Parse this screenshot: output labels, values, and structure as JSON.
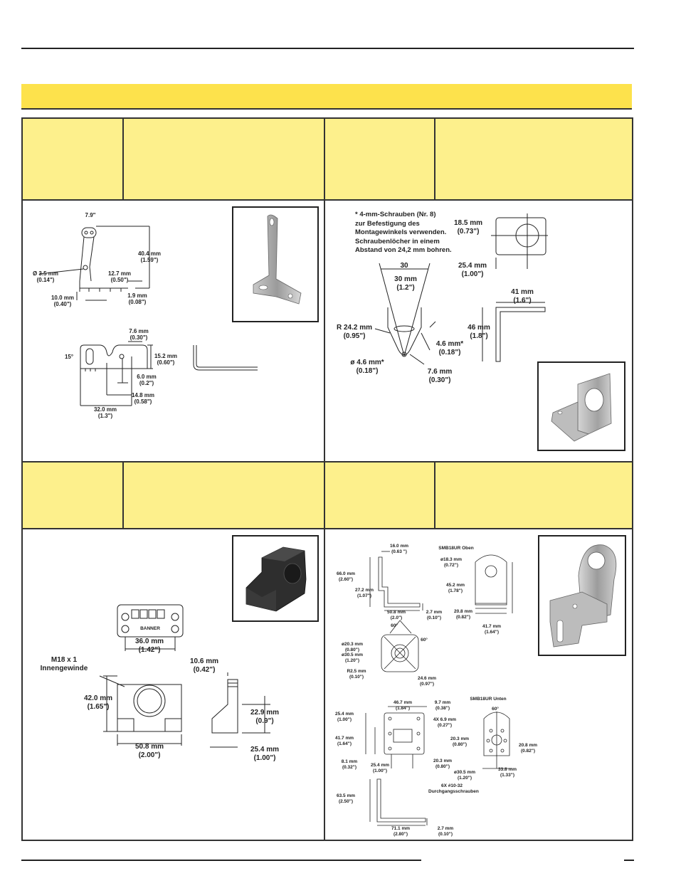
{
  "p1": {
    "d79": "7.9\"",
    "d404": [
      "40.4 mm",
      "(1.59\")"
    ],
    "d35": [
      "Ø 3.5 mm",
      "(0.14\")"
    ],
    "d127": [
      "12.7 mm",
      "(0.50\")"
    ],
    "d100": [
      "10.0 mm",
      "(0.40\")"
    ],
    "d19": [
      "1.9 mm",
      "(0.08\")"
    ],
    "d76": [
      "7.6 mm",
      "(0.30\")"
    ],
    "d15": "15°",
    "d152": [
      "15.2 mm",
      "(0.60\")"
    ],
    "d60": [
      "6.0 mm",
      "(0.2\")"
    ],
    "d148": [
      "14.8 mm",
      "(0.58\")"
    ],
    "d320": [
      "32.0 mm",
      "(1.3\")"
    ]
  },
  "p2": {
    "note": [
      "* 4-mm-Schrauben (Nr. 8)",
      "zur Befestigung des",
      "Montagewinkels verwenden.",
      "Schraubenlöcher in einem",
      "Abstand von 24,2 mm bohren."
    ],
    "d185": [
      "18.5 mm",
      "(0.73\")"
    ],
    "d254": [
      "25.4 mm",
      "(1.00\")"
    ],
    "d30a": "30",
    "d30b": [
      "30 mm",
      "(1.2\")"
    ],
    "d41": [
      "41 mm",
      "(1.6\")"
    ],
    "dR242": [
      "R 24.2 mm",
      "(0.95\")"
    ],
    "d46a": [
      "4.6 mm*",
      "(0.18\")"
    ],
    "d46b": [
      "46 mm",
      "(1.8\")"
    ],
    "d46c": [
      "ø 4.6 mm*",
      "(0.18\")"
    ],
    "d76": [
      "7.6 mm",
      "(0.30\")"
    ]
  },
  "p3": {
    "d360": [
      "36.0 mm",
      "(1.42\")"
    ],
    "m18": [
      "M18 x 1",
      "Innengewinde"
    ],
    "d106": [
      "10.6 mm",
      "(0.42\")"
    ],
    "d420": [
      "42.0 mm",
      "(1.65\")"
    ],
    "d229": [
      "22.9 mm",
      "(0.9\")"
    ],
    "d508": [
      "50.8 mm",
      "(2.00\")"
    ],
    "d254": [
      "25.4 mm",
      "(1.00\")"
    ],
    "logo": "BANNER"
  },
  "p4": {
    "d160": [
      "16.0 mm",
      "(0.63 \")"
    ],
    "oben": "SMB18UR Oben",
    "d660": [
      "66.0 mm",
      "(2.60\")"
    ],
    "d183": [
      "ø18.3 mm",
      "(0.72\")"
    ],
    "d272": [
      "27.2 mm",
      "(1.07\")"
    ],
    "d452": [
      "45.2 mm",
      "(1.78\")"
    ],
    "d508": [
      "50.8 mm",
      "(2.0\")"
    ],
    "d27a": [
      "2.7 mm",
      "(0.10\")"
    ],
    "d208a": [
      "20.8 mm",
      "(0.82\")"
    ],
    "d417a": [
      "41.7 mm",
      "(1.64\")"
    ],
    "a60a": "60°",
    "a60b": "60°",
    "d203a": [
      "ø20.3 mm",
      "(0.80\")"
    ],
    "d305a": [
      "ø30.5 mm",
      "(1.20\")"
    ],
    "r25": [
      "R2.5 mm",
      "(0.10\")"
    ],
    "d246": [
      "24.6 mm",
      "(0.97\")"
    ],
    "unten": "SMB18UR Unten",
    "d467": [
      "46.7 mm",
      "(1.84\")"
    ],
    "d97": [
      "9.7 mm",
      "(0.38\")"
    ],
    "a60c": "60°",
    "d254a": [
      "25.4 mm",
      "(1.00\")"
    ],
    "d4x": [
      "4X 6.9 mm",
      "(0.27\")"
    ],
    "d417b": [
      "41.7 mm",
      "(1.64\")"
    ],
    "d203b": [
      "20.3 mm",
      "(0.80\")"
    ],
    "d208b": [
      "20.8 mm",
      "(0.82\")"
    ],
    "d81": [
      "8.1 mm",
      "(0.32\")"
    ],
    "d254b": [
      "25.4 mm",
      "(1.00\")"
    ],
    "d203c": [
      "20.3 mm",
      "(0.80\")"
    ],
    "d305b": [
      "ø30.5 mm",
      "(1.20\")"
    ],
    "d338": [
      "33.8 mm",
      "(1.33\")"
    ],
    "d6x": [
      "6X #10-32",
      "Durchgangsschrauben"
    ],
    "d635": [
      "63.5 mm",
      "(2.50\")"
    ],
    "d711": [
      "71.1 mm",
      "(2.80\")"
    ],
    "d27b": [
      "2.7 mm",
      "(0.10\")"
    ]
  }
}
